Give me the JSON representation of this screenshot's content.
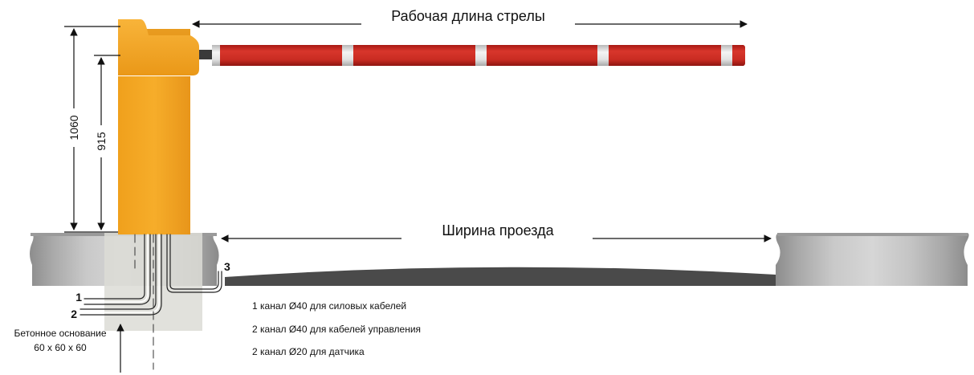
{
  "labels": {
    "boom_working_length": "Рабочая длина стрелы",
    "passage_width": "Ширина проезда",
    "dim_total_height": "1060",
    "dim_boom_height": "915",
    "foundation_line1": "Бетонное основание",
    "foundation_line2": "60 x 60 x 60"
  },
  "channels": [
    {
      "marker": "1",
      "description": "1 канал Ø40 для силовых кабелей"
    },
    {
      "marker": "2",
      "description": "2 канал Ø40 для кабелей управления"
    },
    {
      "marker": "3",
      "description": "2 канал Ø20 для датчика"
    }
  ],
  "colors": {
    "housing": "#f2a21b",
    "boom_red": "#c92b22",
    "boom_white": "#e9e9e9",
    "curb": "#bdbdbd",
    "road": "#4a4a4a",
    "foundation": "#dcdcd6"
  }
}
